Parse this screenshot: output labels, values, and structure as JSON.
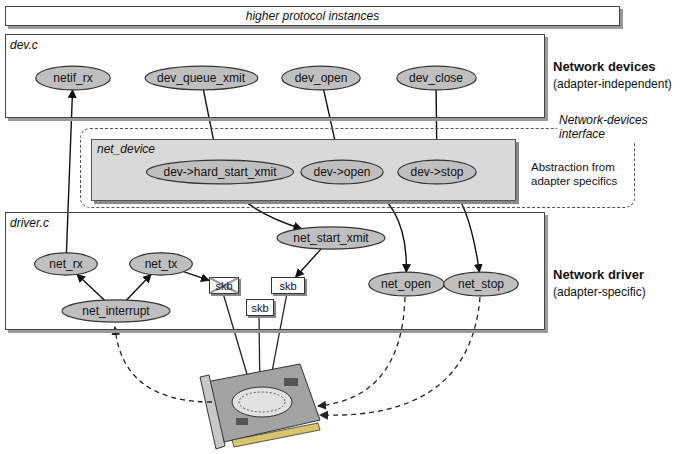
{
  "diagram": {
    "nodes": [
      {
        "text": [
          "higher protocol instances"
        ]
      },
      {
        "text": [
          "dev.c",
          "Network devices",
          "(adapter-independent)"
        ]
      },
      {
        "text": [
          "netif_rx"
        ],
        "in": 1
      },
      {
        "text": [
          "dev_queue_xmit"
        ],
        "in": 1
      },
      {
        "text": [
          "dev_open"
        ],
        "in": 1
      },
      {
        "text": [
          "dev_close"
        ],
        "in": 1
      },
      {
        "text": [
          "Network-devices interface",
          "Abstraction from adapter specifics"
        ]
      },
      {
        "text": [
          "net_device"
        ],
        "in": 6
      },
      {
        "text": [
          "dev->hard_start_xmit"
        ],
        "in": 7
      },
      {
        "text": [
          "dev->open"
        ],
        "in": 7
      },
      {
        "text": [
          "dev->stop"
        ],
        "in": 7
      },
      {
        "text": [
          "driver.c",
          "Network driver",
          "(adapter-specific)"
        ]
      },
      {
        "text": [
          "net_rx"
        ],
        "in": 11
      },
      {
        "text": [
          "net_tx"
        ],
        "in": 11
      },
      {
        "text": [
          "net_start_xmit"
        ],
        "in": 11
      },
      {
        "text": [
          "skb"
        ],
        "in": 11
      },
      {
        "text": [
          "skb"
        ],
        "in": 11
      },
      {
        "text": [
          "skb"
        ],
        "in": 11
      },
      {
        "text": [
          "net_interrupt"
        ],
        "in": 11
      },
      {
        "text": [
          "net_open"
        ],
        "in": 11
      },
      {
        "text": [
          "net_stop"
        ],
        "in": 11
      }
    ],
    "edges": [
      {
        "from": 12,
        "to": 2,
        "arrow": "to"
      },
      {
        "from": 3,
        "to": 8,
        "arrow": "to"
      },
      {
        "from": 4,
        "to": 9,
        "arrow": "to"
      },
      {
        "from": 5,
        "to": 10,
        "arrow": "to"
      },
      {
        "from": 8,
        "to": 14,
        "arrow": "to"
      },
      {
        "from": 9,
        "to": 19,
        "arrow": "to"
      },
      {
        "from": 10,
        "to": 20,
        "arrow": "to"
      },
      {
        "from": 18,
        "to": 12,
        "arrow": "to"
      },
      {
        "from": 18,
        "to": 13,
        "arrow": "to"
      },
      {
        "from": 13,
        "to": 15,
        "arrow": "to"
      },
      {
        "from": 14,
        "to": 16,
        "arrow": "to"
      }
    ]
  }
}
